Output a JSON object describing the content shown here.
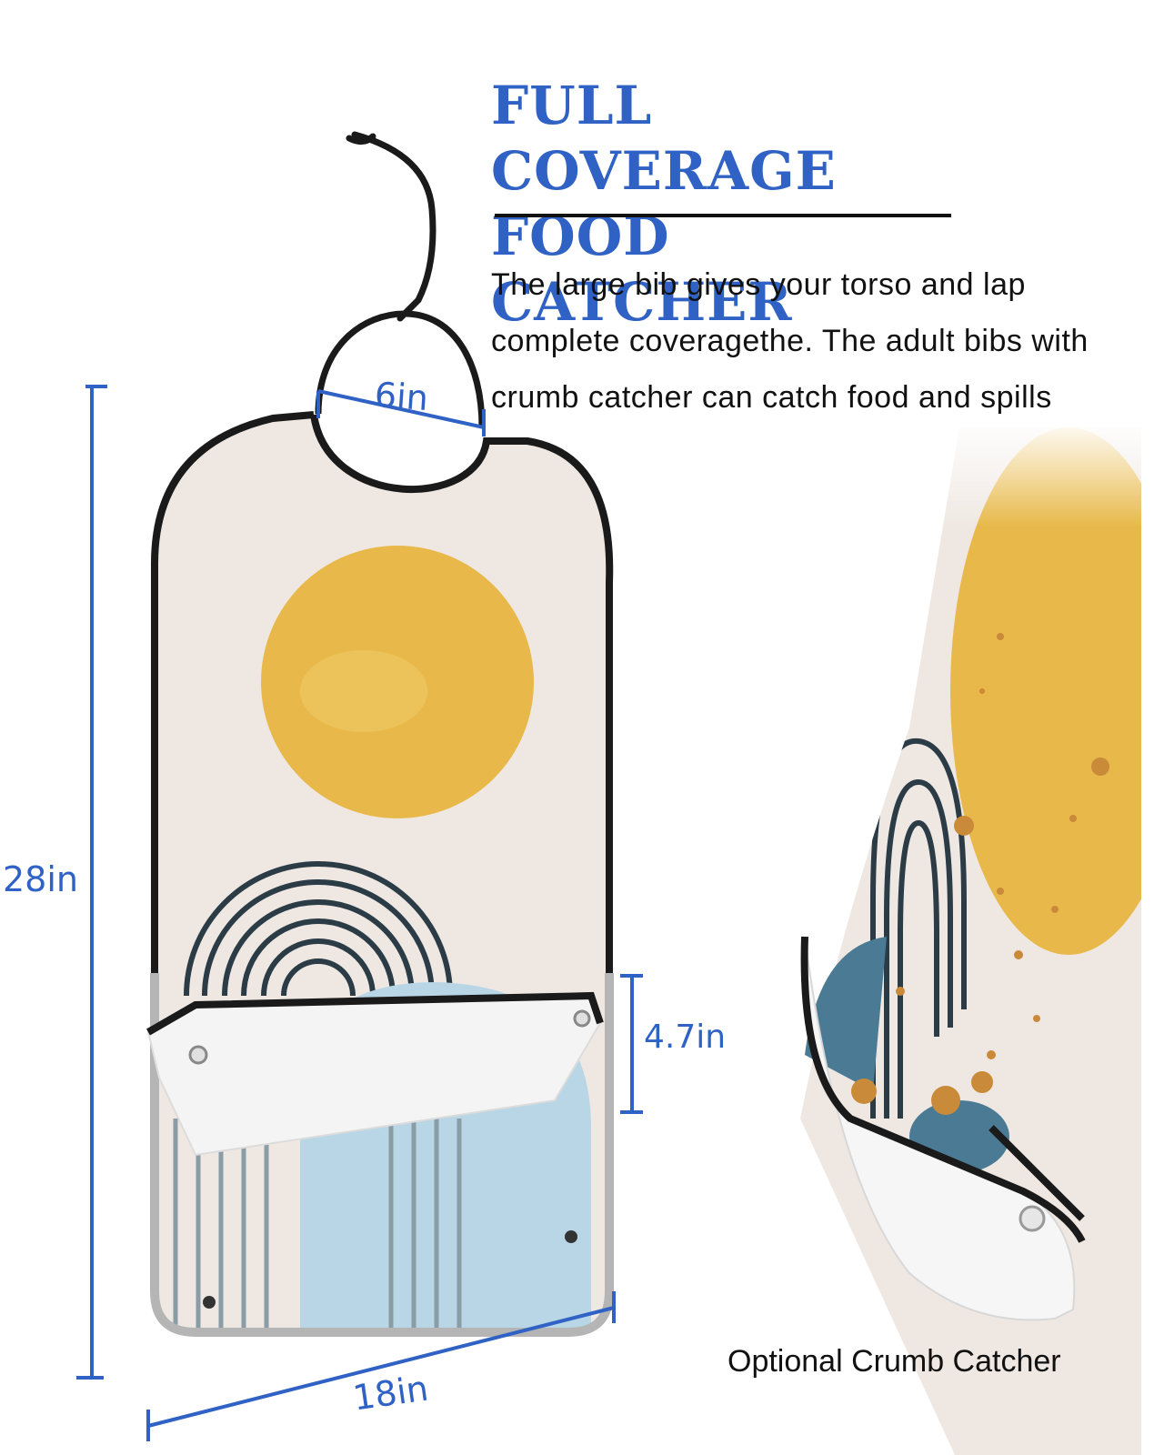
{
  "heading": {
    "line1": "FULL COVERAGE",
    "line2": "FOOD CATCHER"
  },
  "description": {
    "line1": "The large bib gives your torso and lap",
    "line2": "complete coveragethe. The adult bibs with",
    "line3": "crumb catcher can catch food and spills"
  },
  "dimensions": {
    "neck": "6in",
    "length": "28in",
    "pocket": "4.7in",
    "width": "18in"
  },
  "caption": "Optional Crumb Catcher",
  "colors": {
    "accent": "#2f62c4",
    "sun": "#e8b94a",
    "bib_background": "#efe8e2",
    "pocket_blue": "#b9d6e6",
    "arc_lines": "#2b3c47"
  }
}
